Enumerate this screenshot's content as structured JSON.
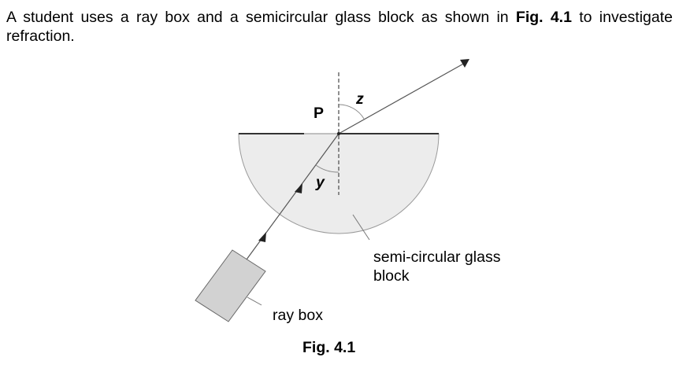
{
  "question": {
    "intro_part1": "A student uses a ray box and a semicircular glass block as shown in ",
    "figure_ref": "Fig. 4.1",
    "intro_part2": " to investigate refraction."
  },
  "diagram": {
    "labels": {
      "point": "P",
      "angle_refraction": "z",
      "angle_incidence": "y",
      "glass_block": "semi-circular glass block",
      "ray_box": "ray box"
    },
    "caption": "Fig. 4.1",
    "colors": {
      "glass_fill": "#ececec",
      "glass_edge": "#9a9a9a",
      "ray_box_fill": "#d2d2d2",
      "ray": "#555555",
      "surface": "#333333"
    }
  }
}
